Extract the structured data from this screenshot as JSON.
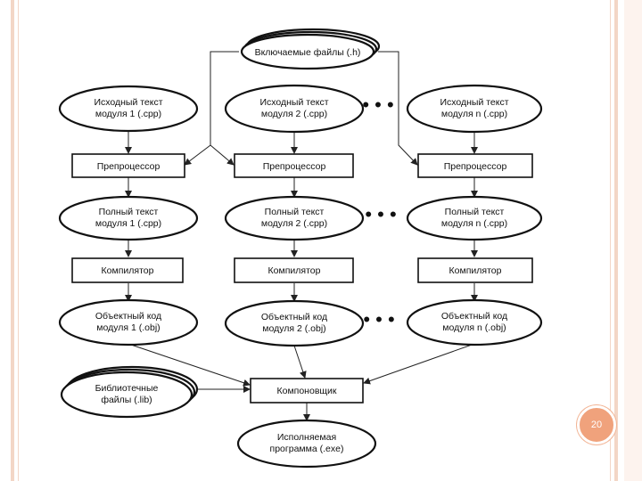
{
  "nodes": {
    "include": "Включаемые файлы (.h)",
    "src1": [
      "Исходный текст",
      "модуля 1 (.cpp)"
    ],
    "src2": [
      "Исходный текст",
      "модуля 2 (.cpp)"
    ],
    "srcn": [
      "Исходный текст",
      "модуля n (.cpp)"
    ],
    "pre1": "Препроцессор",
    "pre2": "Препроцессор",
    "pren": "Препроцессор",
    "full1": [
      "Полный текст",
      "модуля 1 (.cpp)"
    ],
    "full2": [
      "Полный текст",
      "модуля 2 (.cpp)"
    ],
    "fulln": [
      "Полный текст",
      "модуля n (.cpp)"
    ],
    "comp1": "Компилятор",
    "comp2": "Компилятор",
    "compn": "Компилятор",
    "obj1": [
      "Объектный код",
      "модуля 1 (.obj)"
    ],
    "obj2": [
      "Объектный код",
      "модуля 2 (.obj)"
    ],
    "objn": [
      "Объектный код",
      "модуля n (.obj)"
    ],
    "lib": [
      "Библиотечные",
      "файлы (.lib)"
    ],
    "linker": "Компоновщик",
    "exe": [
      "Исполняемая",
      "программа (.exe)"
    ]
  },
  "ellipsis": "• • •",
  "page_number": "20",
  "colors": {
    "frame": "#f3d6c6",
    "badge": "#f0a27c",
    "ink": "#111111"
  }
}
